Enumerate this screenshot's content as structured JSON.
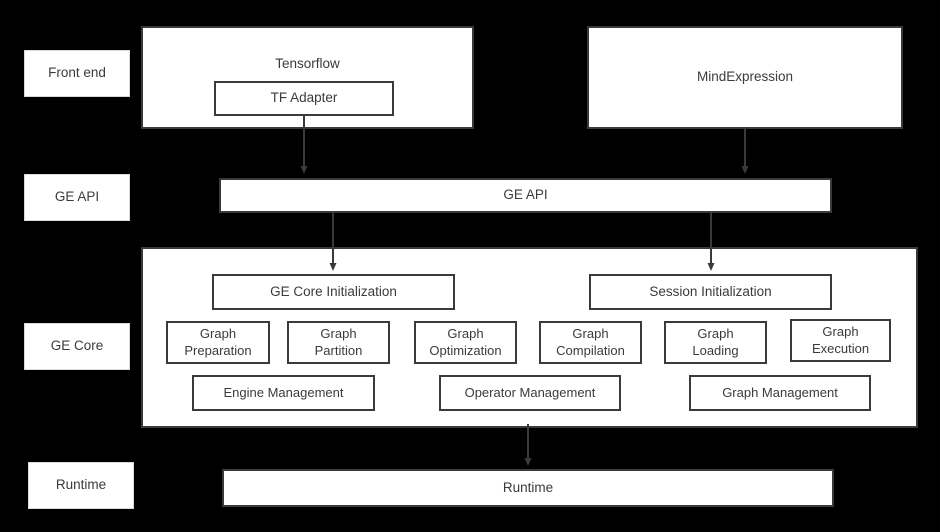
{
  "diagram": {
    "title": "GE architecture layered diagram",
    "background_color": "#000000",
    "box_fill": "#ffffff",
    "box_border": "#3a3a3a",
    "text_color": "#3b3b3b",
    "lanes": [
      {
        "label": "Front end"
      },
      {
        "label": "GE API"
      },
      {
        "label": "GE Core"
      },
      {
        "label": "Runtime"
      }
    ],
    "frontend": {
      "tensorflow": {
        "label": "Tensorflow"
      },
      "tf_adapter": {
        "label": "TF Adapter"
      },
      "mindexpression": {
        "label": "MindExpression"
      }
    },
    "ge_api_bar": {
      "label": "GE API"
    },
    "ge_core": {
      "core_initialization": {
        "label": "GE Core Initialization"
      },
      "session_initialization": {
        "label": "Session Initialization"
      },
      "modules": [
        {
          "label": "Graph\nPreparation"
        },
        {
          "label": "Graph\nPartition"
        },
        {
          "label": "Graph\nOptimization"
        },
        {
          "label": "Graph\nCompilation"
        },
        {
          "label": "Graph\nLoading"
        },
        {
          "label": "Graph\nExecution"
        }
      ],
      "managers": [
        {
          "label": "Engine Management"
        },
        {
          "label": "Operator Management"
        },
        {
          "label": "Graph Management"
        }
      ]
    },
    "runtime_bar": {
      "label": "Runtime"
    }
  }
}
